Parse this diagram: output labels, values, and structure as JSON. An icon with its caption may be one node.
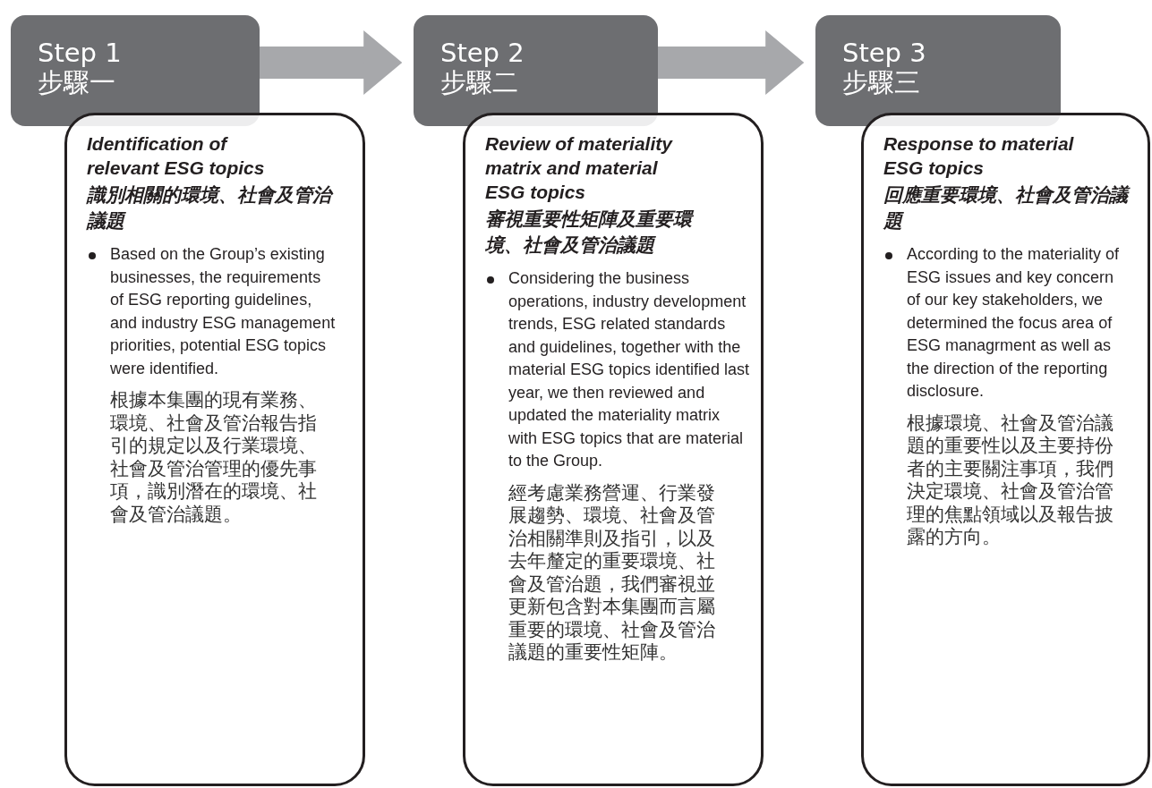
{
  "diagram": {
    "nodes": [
      {
        "text": [
          "Step 1",
          "步驟一"
        ]
      },
      {
        "text": [
          "Identification of relevant ESG topics",
          "識別相關的環境、社會及管治議題",
          "Based on the Group’s existing businesses, the requirements of ESG reporting guidelines, and industry ESG management priorities, potential ESG topics were identified.",
          "根據本集團的現有業務、環境、社會及管治報告指引的規定以及行業環境、社會及管治管理的優先事項，識別潛在的環境、社會及管治議題。"
        ]
      },
      {
        "text": [
          "Step 2",
          "步驟二"
        ]
      },
      {
        "text": [
          "Review of materiality matrix and material ESG topics",
          "審視重要性矩陣及重要環境、社會及管治議題",
          "Considering the business operations, industry development trends, ESG related standards and guidelines, together with the material ESG topics identified last year, we then reviewed and updated the materiality matrix with ESG topics that are material to the Group.",
          "經考慮業務營運、行業發展趨勢、環境、社會及管治相關準則及指引，以及去年釐定的重要環境、社會及管治題，我們審視並更新包含對本集團而言屬重要的環境、社會及管治議題的重要性矩陣。"
        ]
      },
      {
        "text": [
          "Step 3",
          "步驟三"
        ]
      },
      {
        "text": [
          "Response to material ESG topics",
          "回應重要環境、社會及管治議題",
          "According to the materiality of ESG issues and key concern of our key stakeholders, we determined the focus area of ESG managrment as well as the direction of the reporting disclosure.",
          "根據環境、社會及管治議題的重要性以及主要持份者的主要關注事項，我們決定環境、社會及管治管理的焦點領域以及報告披露的方向。"
        ]
      }
    ],
    "edges": [
      {
        "from": 0,
        "to": 2,
        "arrow": "to"
      },
      {
        "from": 2,
        "to": 4,
        "arrow": "to"
      }
    ]
  }
}
